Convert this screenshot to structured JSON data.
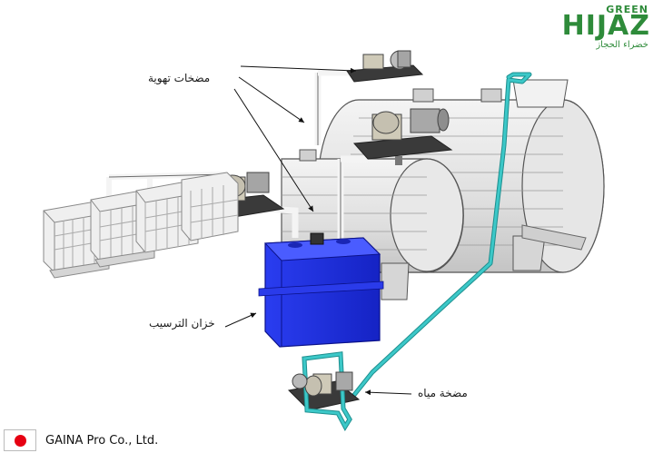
{
  "logo": {
    "top_word": "GREEN",
    "main_word": "HIJAZ",
    "arabic": "خضراء الحجاز",
    "color": "#2e8b3a"
  },
  "labels": {
    "aeration_blowers": "مضخات تهوية",
    "settling_tank": "خزان الترسيب",
    "water_pump": "مضخة مياه"
  },
  "footer": {
    "company": "GAINA Pro Co., Ltd.",
    "flag_icon": "japan-flag-icon",
    "flag_color": "#e60012"
  },
  "colors": {
    "settling_tank": "#2233ee",
    "water_pipe": "#3cc8c8",
    "blower_base": "#3a3a3a"
  }
}
